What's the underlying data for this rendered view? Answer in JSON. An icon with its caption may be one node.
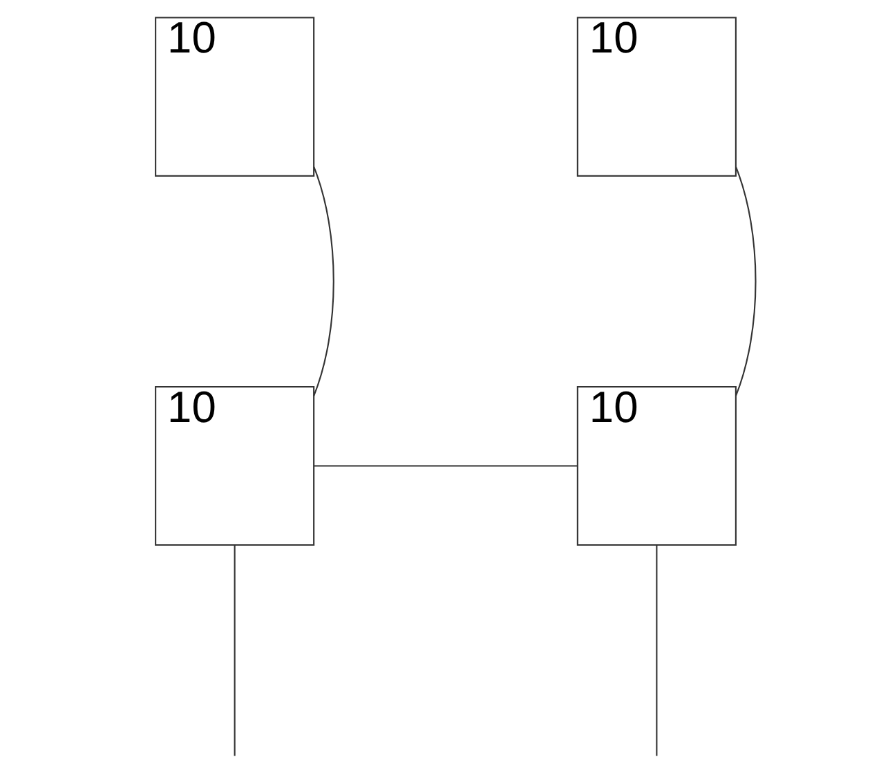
{
  "diagram": {
    "nodes": [
      {
        "text": [
          "10"
        ]
      },
      {
        "text": [
          "10"
        ]
      },
      {
        "text": [
          "10"
        ]
      },
      {
        "text": [
          "10"
        ]
      }
    ],
    "edges": [
      {
        "from": 0,
        "to": 2,
        "arrow": "none"
      },
      {
        "from": 1,
        "to": 3,
        "arrow": "none"
      },
      {
        "from": 2,
        "to": 3,
        "arrow": "none"
      },
      {
        "from": null,
        "to": 2,
        "arrow": "none"
      },
      {
        "from": null,
        "to": 3,
        "arrow": "none"
      }
    ]
  }
}
